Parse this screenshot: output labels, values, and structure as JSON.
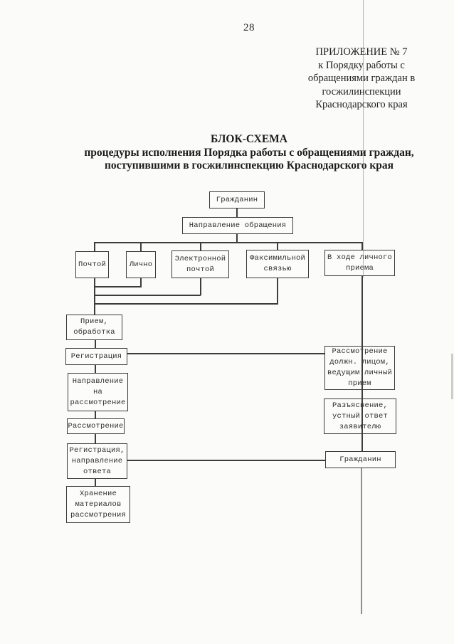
{
  "page_number": "28",
  "appendix": {
    "line1": "ПРИЛОЖЕНИЕ № 7",
    "line2": "к Порядку работы с",
    "line3": "обращениями граждан в",
    "line4": "госжилинспекции",
    "line5": "Краснодарского края"
  },
  "title": {
    "line1": "БЛОК-СХЕМА",
    "line2": "процедуры исполнения Порядка работы с обращениями граждан,",
    "line3": "поступившими в госжилинспекцию Краснодарского края"
  },
  "flowchart": {
    "citizen_top": "Гражданин",
    "direction": "Направление обращения",
    "mail": "Почтой",
    "in_person": "Лично",
    "email": "Электронной\nпочтой",
    "fax": "Факсимильной\nсвязью",
    "personal_reception": "В ходе личного\nприема",
    "reception": "Прием,\nобработка",
    "registration": "Регистрация",
    "forward": "Направление\nна\nрассмотрение",
    "consideration": "Рассмотрение",
    "reg_answer": "Регистрация,\nнаправление\nответа",
    "storage": "Хранение\nматериалов\nрассмотрения",
    "official": "Рассмотрение\nдолжн. лицом,\nведущим личный\nприем",
    "explanation": "Разъяснение,\nустный ответ\nзаявителю",
    "citizen_bottom": "Гражданин"
  },
  "colors": {
    "paper": "#fbfbf9",
    "ink": "#262626",
    "line": "#3d3d3d"
  }
}
